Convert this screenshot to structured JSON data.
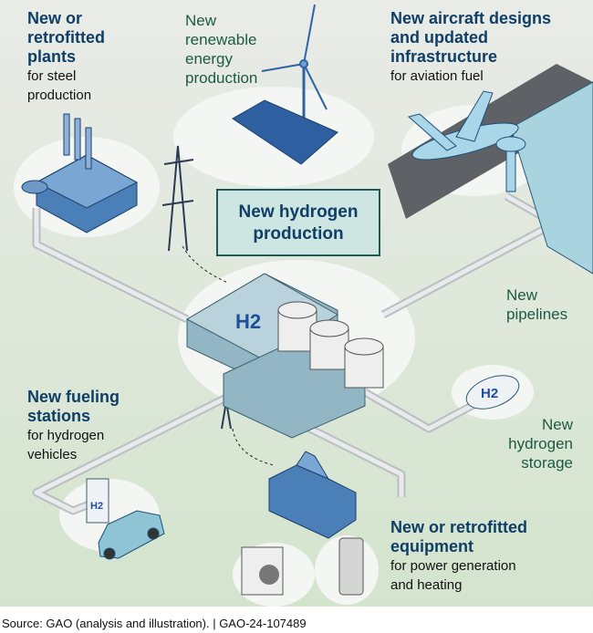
{
  "labels": {
    "steel": {
      "title_lines": [
        "New or",
        "retrofitted",
        "plants"
      ],
      "sub_lines": [
        "for steel",
        "production"
      ]
    },
    "renewable": {
      "lines": [
        "New",
        "renewable",
        "energy",
        "production"
      ]
    },
    "aviation": {
      "title_lines": [
        "New aircraft designs",
        "and updated",
        "infrastructure"
      ],
      "sub_lines": [
        "for aviation fuel"
      ]
    },
    "center": {
      "lines": [
        "New hydrogen",
        "production"
      ]
    },
    "pipelines": {
      "lines": [
        "New",
        "pipelines"
      ]
    },
    "fueling": {
      "title_lines": [
        "New fueling",
        "stations"
      ],
      "sub_lines": [
        "for hydrogen",
        "vehicles"
      ]
    },
    "storage": {
      "lines": [
        "New",
        "hydrogen",
        "storage"
      ]
    },
    "equipment": {
      "title_lines": [
        "New or retrofitted",
        "equipment"
      ],
      "sub_lines": [
        "for power generation",
        "and heating"
      ]
    }
  },
  "icons": {
    "h2_plant": "H2",
    "h2_tank": "H2",
    "h2_pump": "H2"
  },
  "source": "Source: GAO (analysis and illustration).  |  GAO-24-107489",
  "colors": {
    "navy": "#0f3e66",
    "green_text": "#1c5a45",
    "box_bg": "#cde6e1",
    "box_border": "#1e5b58",
    "illustration_blue": "#4a7fb8"
  }
}
